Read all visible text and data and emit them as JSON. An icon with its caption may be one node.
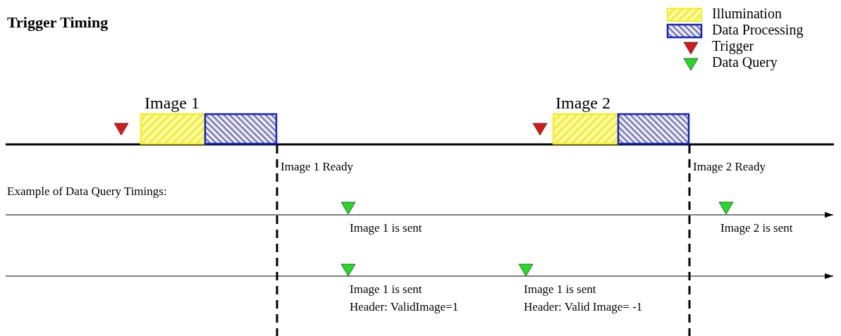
{
  "diagram": {
    "title": "Trigger Timing",
    "nodes": [
      {
        "text": [],
        "shape": "box"
      },
      {
        "text": [],
        "shape": "box"
      },
      {
        "text": [],
        "shape": "box"
      },
      {
        "text": [],
        "shape": "box"
      }
    ],
    "labels": [
      "Image 1",
      "Image 2",
      "Image 1 Ready",
      "Image 2 Ready",
      "Example of Data Query Timings:",
      "Image 1 is sent",
      "Image 2 is sent",
      "Image 1 is sent",
      "Image 1 is sent",
      "Header: ValidImage=1",
      "Header: Valid Image= -1"
    ],
    "legend": [
      {
        "text": "Illumination"
      },
      {
        "text": "Data Processing"
      },
      {
        "text": "Trigger"
      },
      {
        "text": "Data Query"
      }
    ]
  }
}
